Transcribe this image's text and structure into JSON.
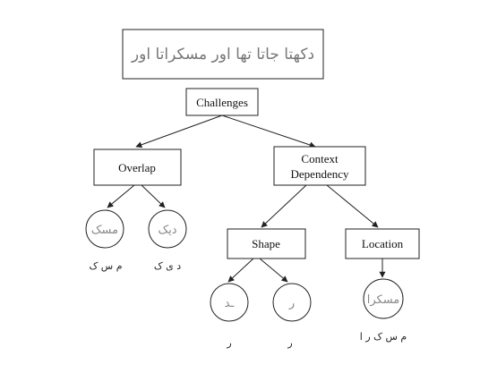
{
  "header_text": "دکھتا جاتا تھا اور مسکراتا اور",
  "nodes": {
    "challenges": "Challenges",
    "overlap": "Overlap",
    "context_line1": "Context",
    "context_line2": "Dependency",
    "shape": "Shape",
    "location": "Location"
  },
  "leaves": {
    "overlap_left_glyph": "مسک",
    "overlap_right_glyph": "دیک",
    "shape_left_glyph": "ـد",
    "shape_right_glyph": "ر",
    "location_glyph": "مسکرا"
  },
  "labels": {
    "overlap_left": "م س ک",
    "overlap_right": "د ی ک",
    "shape_left": "ر",
    "shape_right": "ر",
    "location": "م س ک ر ا"
  }
}
